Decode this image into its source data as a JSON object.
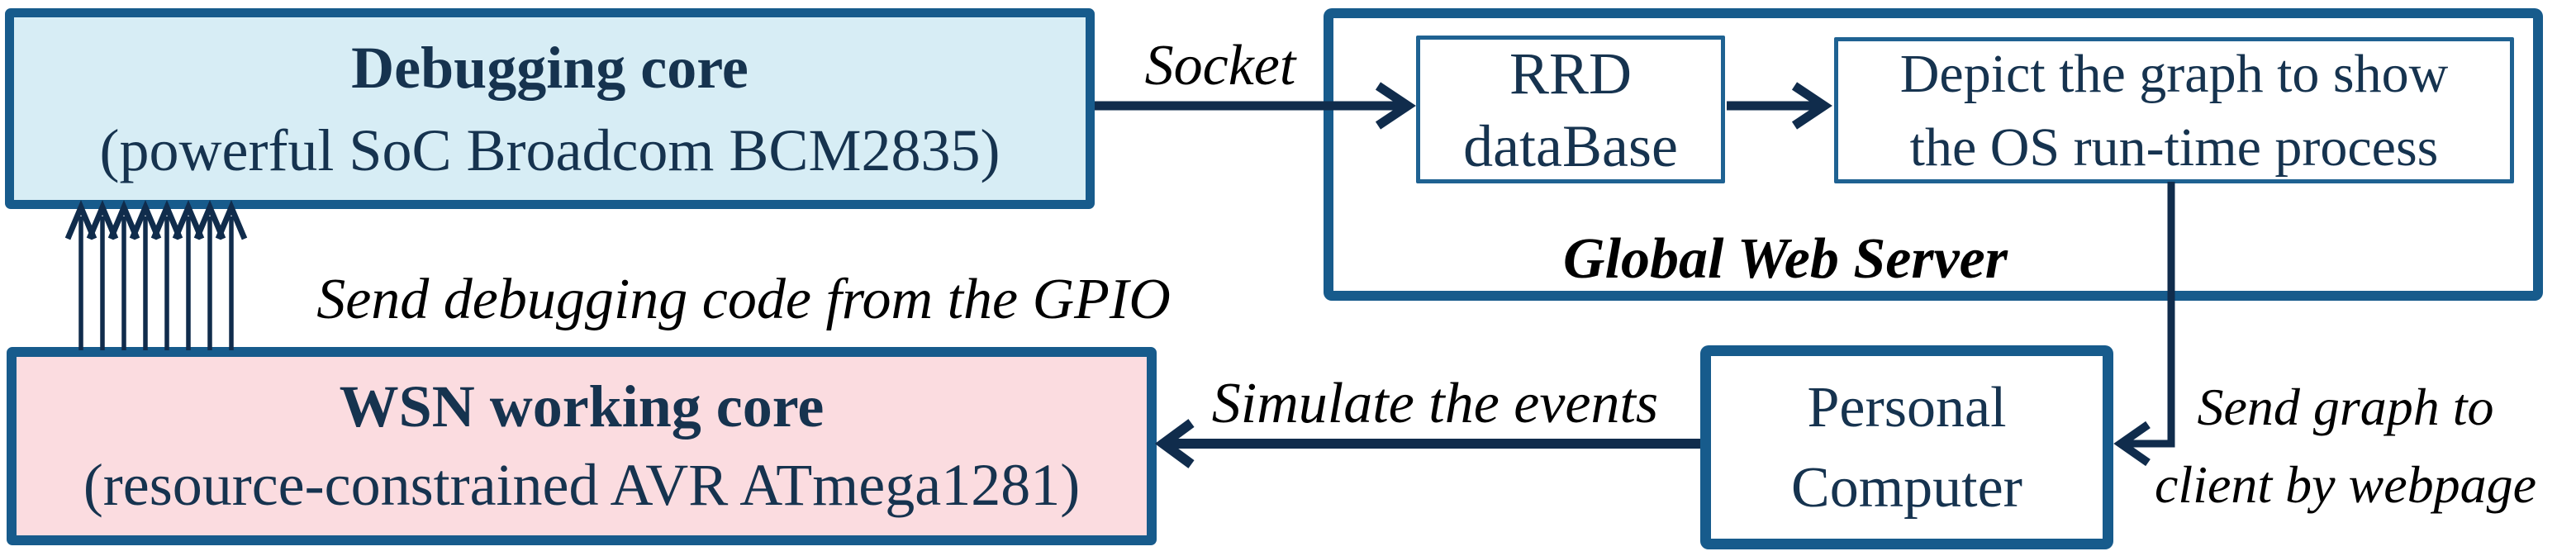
{
  "colors": {
    "border_blue": "#175b8c",
    "inner_border_blue": "#1f6292",
    "arrow_navy": "#102c4c",
    "box_text_navy": "#16334f",
    "debug_fill": "#d7edf5",
    "wsn_fill": "#fbdce0",
    "label_black": "#000000",
    "canvas_bg": "#ffffff"
  },
  "boxes": {
    "debugging": {
      "title": "Debugging core",
      "subtitle": "(powerful SoC Broadcom BCM2835)"
    },
    "wsn": {
      "title": "WSN working core",
      "subtitle": "(resource-constrained AVR ATmega1281)"
    },
    "server": {
      "label": "Global Web Server"
    },
    "rrd": {
      "line1": "RRD",
      "line2": "dataBase"
    },
    "depict": {
      "line1": "Depict the graph to show",
      "line2": "the OS run-time process"
    },
    "pc": {
      "line1": "Personal",
      "line2": "Computer"
    }
  },
  "labels": {
    "socket": "Socket",
    "gpio": "Send debugging code from the GPIO",
    "simulate": "Simulate the events",
    "send_graph_line1": "Send graph to",
    "send_graph_line2": "client by webpage"
  },
  "icons": {
    "gpio_arrows": "eight-up-chevron-arrows",
    "socket_arrow": "right-chevron-arrow",
    "rrd_to_depict_arrow": "right-chevron-arrow",
    "server_to_pc_arrow": "elbow-down-left-chevron-arrow",
    "pc_to_wsn_arrow": "left-chevron-arrow"
  }
}
